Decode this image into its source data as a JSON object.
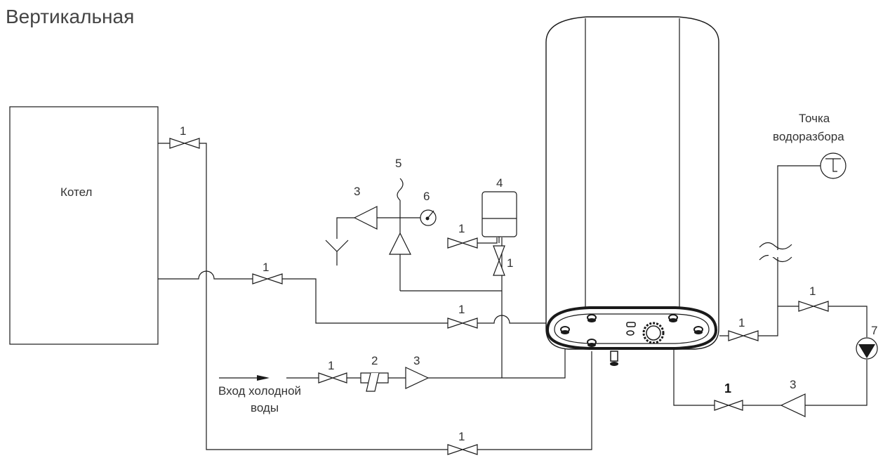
{
  "title": "Вертикальная",
  "boiler": {
    "label": "Котел"
  },
  "tap_point": {
    "line1": "Точка",
    "line2": "водоразбора"
  },
  "cold_inlet": {
    "line1": "Вход холодной",
    "line2": "воды"
  },
  "callouts": {
    "valve": "1",
    "valve_bold": "1",
    "filter": "2",
    "check_valve": "3",
    "expansion_tank": "4",
    "safety_valve": "5",
    "pressure_gauge": "6",
    "pump": "7"
  }
}
